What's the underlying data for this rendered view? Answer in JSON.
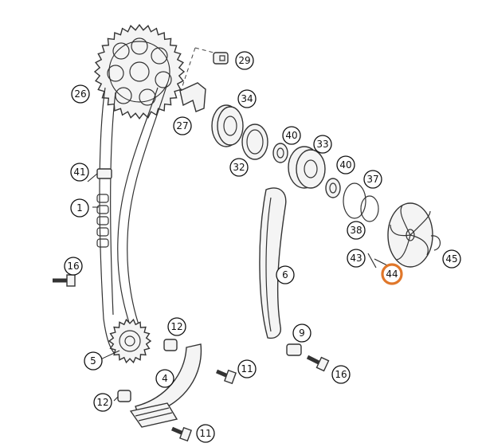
{
  "colors": {
    "line": "#333333",
    "highlight": "#e0772a",
    "background": "#ffffff"
  },
  "callouts": [
    {
      "id": "c29",
      "label": "29"
    },
    {
      "id": "c26",
      "label": "26"
    },
    {
      "id": "c34",
      "label": "34"
    },
    {
      "id": "c27",
      "label": "27"
    },
    {
      "id": "c40a",
      "label": "40"
    },
    {
      "id": "c33",
      "label": "33"
    },
    {
      "id": "c32",
      "label": "32"
    },
    {
      "id": "c40b",
      "label": "40"
    },
    {
      "id": "c37",
      "label": "37"
    },
    {
      "id": "c41",
      "label": "41"
    },
    {
      "id": "c1",
      "label": "1"
    },
    {
      "id": "c38",
      "label": "38"
    },
    {
      "id": "c43",
      "label": "43"
    },
    {
      "id": "c44",
      "label": "44",
      "highlighted": true
    },
    {
      "id": "c45",
      "label": "45"
    },
    {
      "id": "c16a",
      "label": "16"
    },
    {
      "id": "c6",
      "label": "6"
    },
    {
      "id": "c12a",
      "label": "12"
    },
    {
      "id": "c9",
      "label": "9"
    },
    {
      "id": "c5",
      "label": "5"
    },
    {
      "id": "c4",
      "label": "4"
    },
    {
      "id": "c11a",
      "label": "11"
    },
    {
      "id": "c16b",
      "label": "16"
    },
    {
      "id": "c12b",
      "label": "12"
    },
    {
      "id": "c11b",
      "label": "11"
    }
  ]
}
